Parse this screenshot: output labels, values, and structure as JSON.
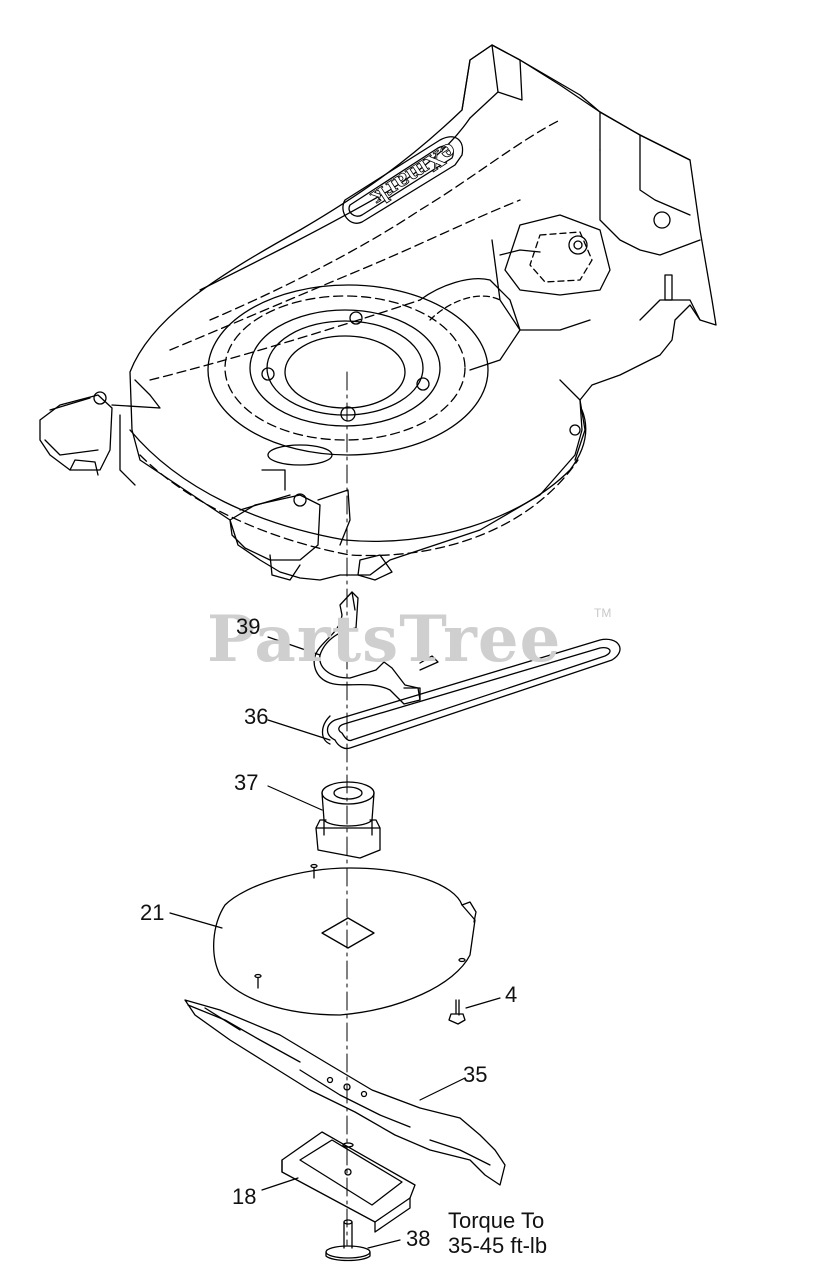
{
  "watermark": {
    "text": "PartsTree",
    "trademark": "TM"
  },
  "deck_logo": "eXmark",
  "callouts": [
    {
      "id": "39",
      "label": "39"
    },
    {
      "id": "36",
      "label": "36"
    },
    {
      "id": "37",
      "label": "37"
    },
    {
      "id": "21",
      "label": "21"
    },
    {
      "id": "4",
      "label": "4"
    },
    {
      "id": "35",
      "label": "35"
    },
    {
      "id": "18",
      "label": "18"
    },
    {
      "id": "38",
      "label": "38"
    }
  ],
  "torque_note": {
    "line1": "Torque To",
    "line2": "35-45 ft-lb"
  }
}
